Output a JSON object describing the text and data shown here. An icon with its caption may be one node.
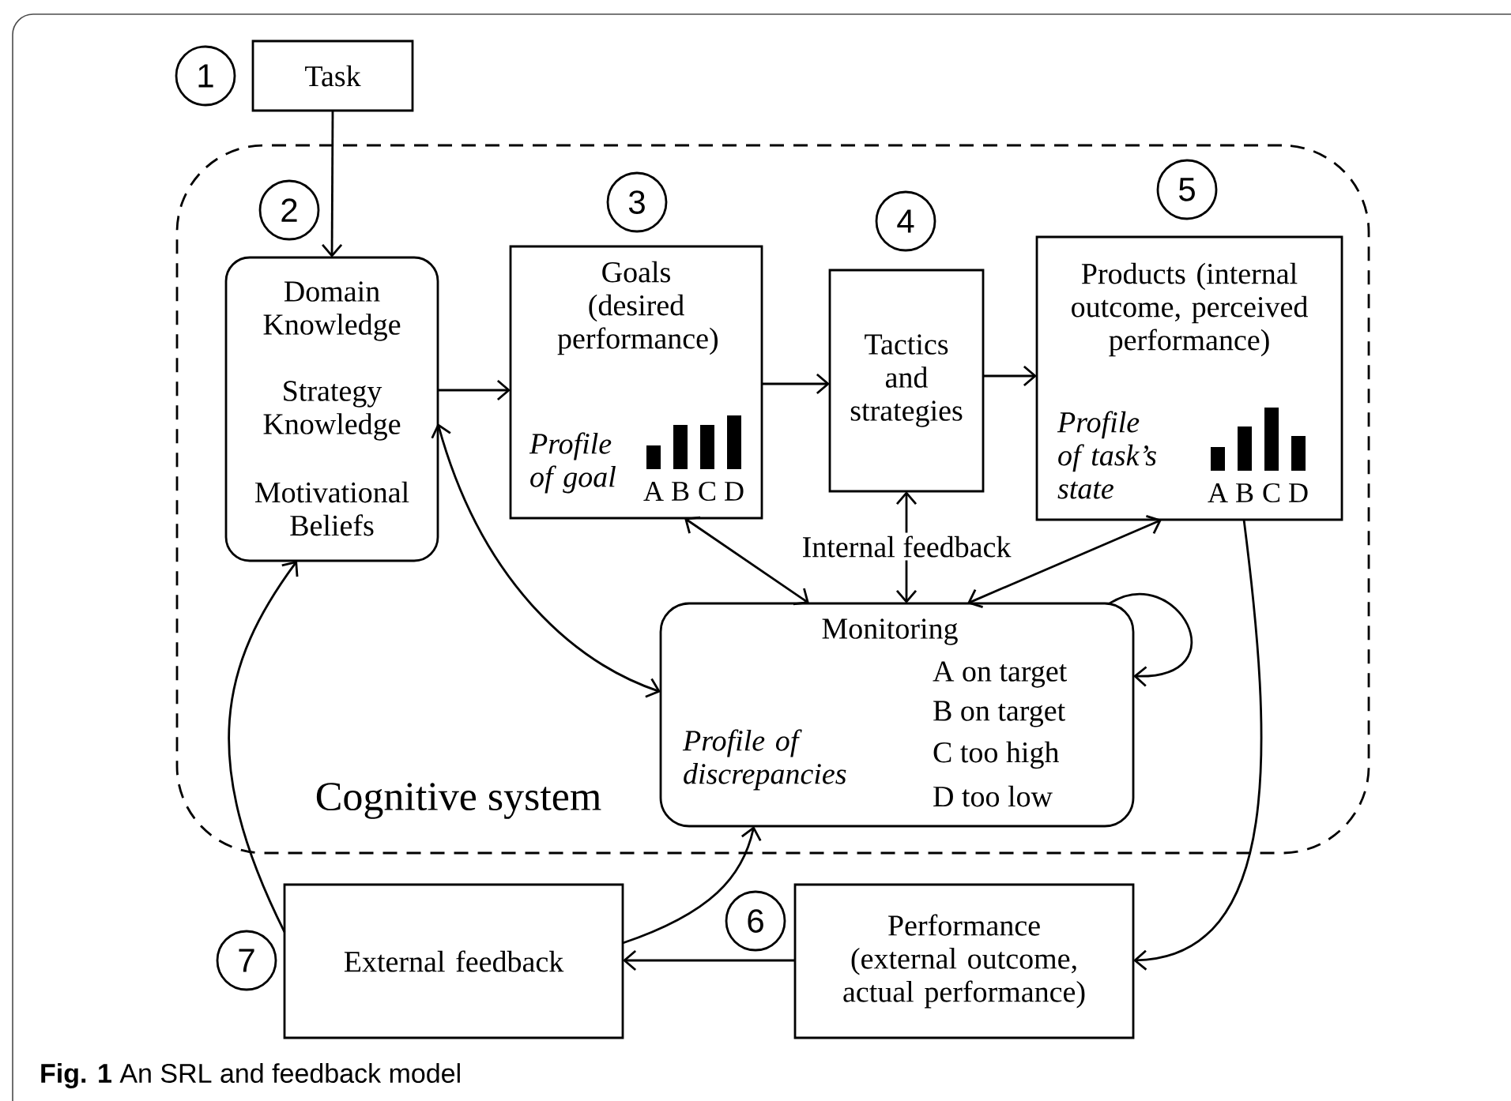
{
  "diagram": {
    "caption": "**Fig. 1** An SRL and feedback model",
    "nodes": [
      {
        "text": [
          "1"
        ]
      },
      {
        "text": [
          "Task"
        ]
      },
      {
        "text": [
          "Cognitive system"
        ]
      },
      {
        "text": [
          "2"
        ],
        "in": 2
      },
      {
        "text": [
          "Domain Knowledge",
          "Strategy Knowledge",
          "Motivational Beliefs"
        ],
        "in": 2
      },
      {
        "text": [
          "3"
        ],
        "in": 2
      },
      {
        "text": [
          "Goals (desired performance)",
          "Profile of goal",
          "A",
          "B",
          "C",
          "D"
        ],
        "in": 2
      },
      {
        "text": [
          "4"
        ],
        "in": 2
      },
      {
        "text": [
          "Tactics and strategies"
        ],
        "in": 2
      },
      {
        "text": [
          "5"
        ],
        "in": 2
      },
      {
        "text": [
          "Products (internal outcome, perceived performance)",
          "Profile of task’s state",
          "A",
          "B",
          "C",
          "D"
        ],
        "in": 2
      },
      {
        "text": [
          "Monitoring",
          "A on target",
          "B on target",
          "C too high",
          "D too low",
          "Profile of discrepancies"
        ],
        "in": 2
      },
      {
        "text": [
          "6"
        ]
      },
      {
        "text": [
          "Performance (external outcome, actual performance)"
        ]
      },
      {
        "text": [
          "7"
        ]
      },
      {
        "text": [
          "External feedback"
        ]
      }
    ],
    "edges": [
      {
        "from": 1,
        "to": 4,
        "arrow": "to"
      },
      {
        "from": 4,
        "to": 6,
        "arrow": "to"
      },
      {
        "from": 6,
        "to": 8,
        "arrow": "to"
      },
      {
        "from": 8,
        "to": 10,
        "arrow": "to"
      },
      {
        "from": 6,
        "to": 11,
        "arrow": "both"
      },
      {
        "from": 8,
        "to": 11,
        "arrow": "both",
        "label": "Internal feedback"
      },
      {
        "from": 10,
        "to": 11,
        "arrow": "both"
      },
      {
        "from": 4,
        "to": 11,
        "arrow": "both"
      },
      {
        "from": 11,
        "to": 11,
        "arrow": "to"
      },
      {
        "from": 10,
        "to": 13,
        "arrow": "to"
      },
      {
        "from": 13,
        "to": 15,
        "arrow": "to"
      },
      {
        "from": 15,
        "to": 11,
        "arrow": "to"
      },
      {
        "from": 15,
        "to": 4,
        "arrow": "to"
      }
    ]
  }
}
